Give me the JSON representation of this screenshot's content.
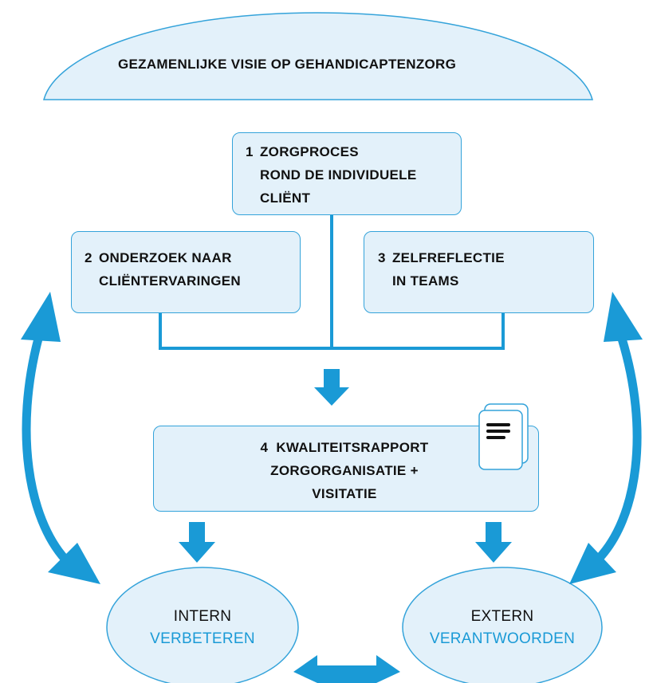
{
  "colors": {
    "accent": "#1a9ad6",
    "box_fill": "#e3f1fa",
    "box_border": "#34a3da",
    "text": "#111111"
  },
  "vision": {
    "label": "GEZAMENLIJKE VISIE OP GEHANDICAPTENZORG"
  },
  "steps": [
    {
      "number": "1",
      "lines": [
        "ZORGPROCES",
        "ROND DE INDIVIDUELE",
        "CLIËNT"
      ]
    },
    {
      "number": "2",
      "lines": [
        "ONDERZOEK NAAR",
        "CLIËNTERVARINGEN"
      ]
    },
    {
      "number": "3",
      "lines": [
        "ZELFREFLECTIE",
        "IN TEAMS"
      ]
    },
    {
      "number": "4",
      "lines": [
        "KWALITEITSRAPPORT",
        "ZORGORGANISATIE +",
        "VISITATIE"
      ]
    }
  ],
  "document_icon": "document-icon",
  "outcomes": [
    {
      "title": "INTERN",
      "subtitle": "VERBETEREN"
    },
    {
      "title": "EXTERN",
      "subtitle": "VERANTWOORDEN"
    }
  ]
}
